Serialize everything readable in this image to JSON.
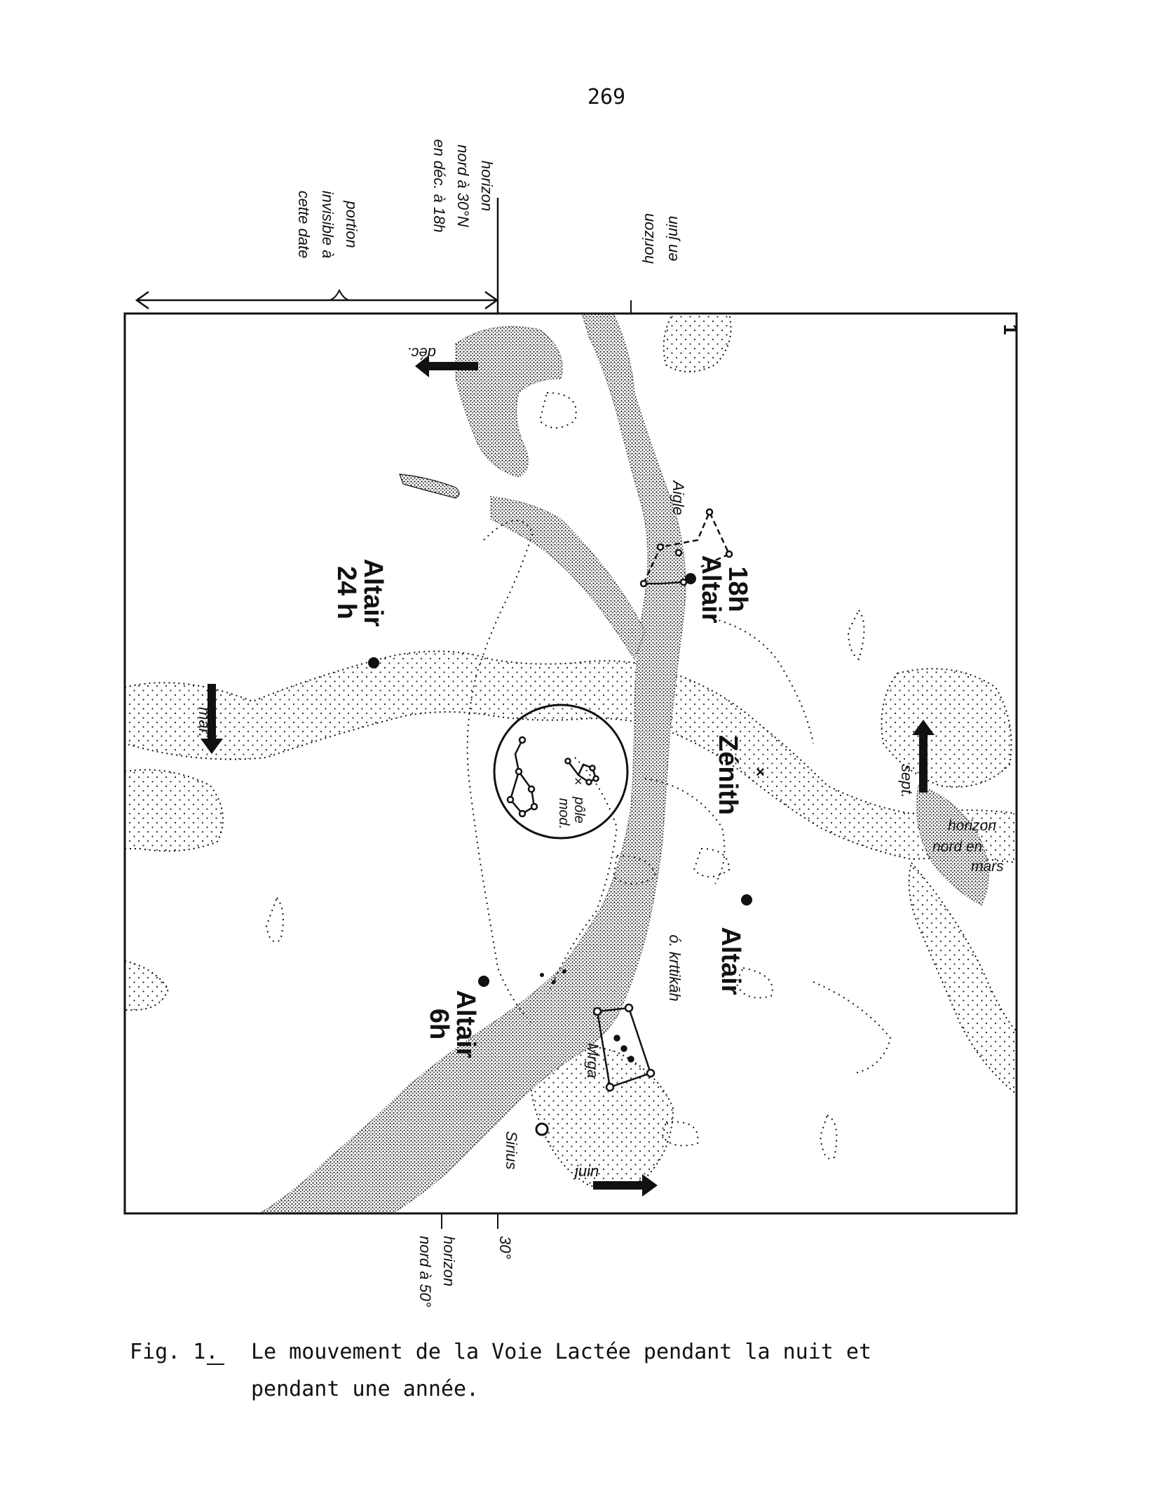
{
  "page_number": "269",
  "panel_number": "1",
  "top_annotations": {
    "horizon_dec": [
      "horizon",
      "nord à 30°N",
      "en déc. à 18h"
    ],
    "invisible_portion": [
      "portion",
      "invisible à",
      "cette date"
    ],
    "horizon_june": [
      "horizon",
      "en juin"
    ]
  },
  "bottom_annotations": {
    "thirty_degrees": "30°",
    "horizon_50": [
      "horizon",
      "nord à 50°"
    ]
  },
  "map_labels": {
    "month_dec": "déc.",
    "month_mar": "mar.",
    "month_sept": "sept.",
    "month_june": "juin",
    "altair_18h": [
      "18h",
      "Altair"
    ],
    "altair_24h": [
      "Altair",
      "24 h"
    ],
    "altair_6h": [
      "Altair",
      "6h"
    ],
    "altair_plain": "Altair",
    "zenith": "Zénith",
    "aigle": "Aigle",
    "krttikah": "ó. krttikāh",
    "mrga": "Mrga",
    "sirius": "Sirius",
    "pole": [
      "pôle",
      "mod."
    ],
    "horizon_mars": [
      "horizon",
      "nord en",
      "mars"
    ]
  },
  "caption": {
    "fig_label": "Fig. 1.",
    "line1": "Le mouvement de la Voie Lactée pendant la nuit et",
    "line2": "pendant une année."
  }
}
